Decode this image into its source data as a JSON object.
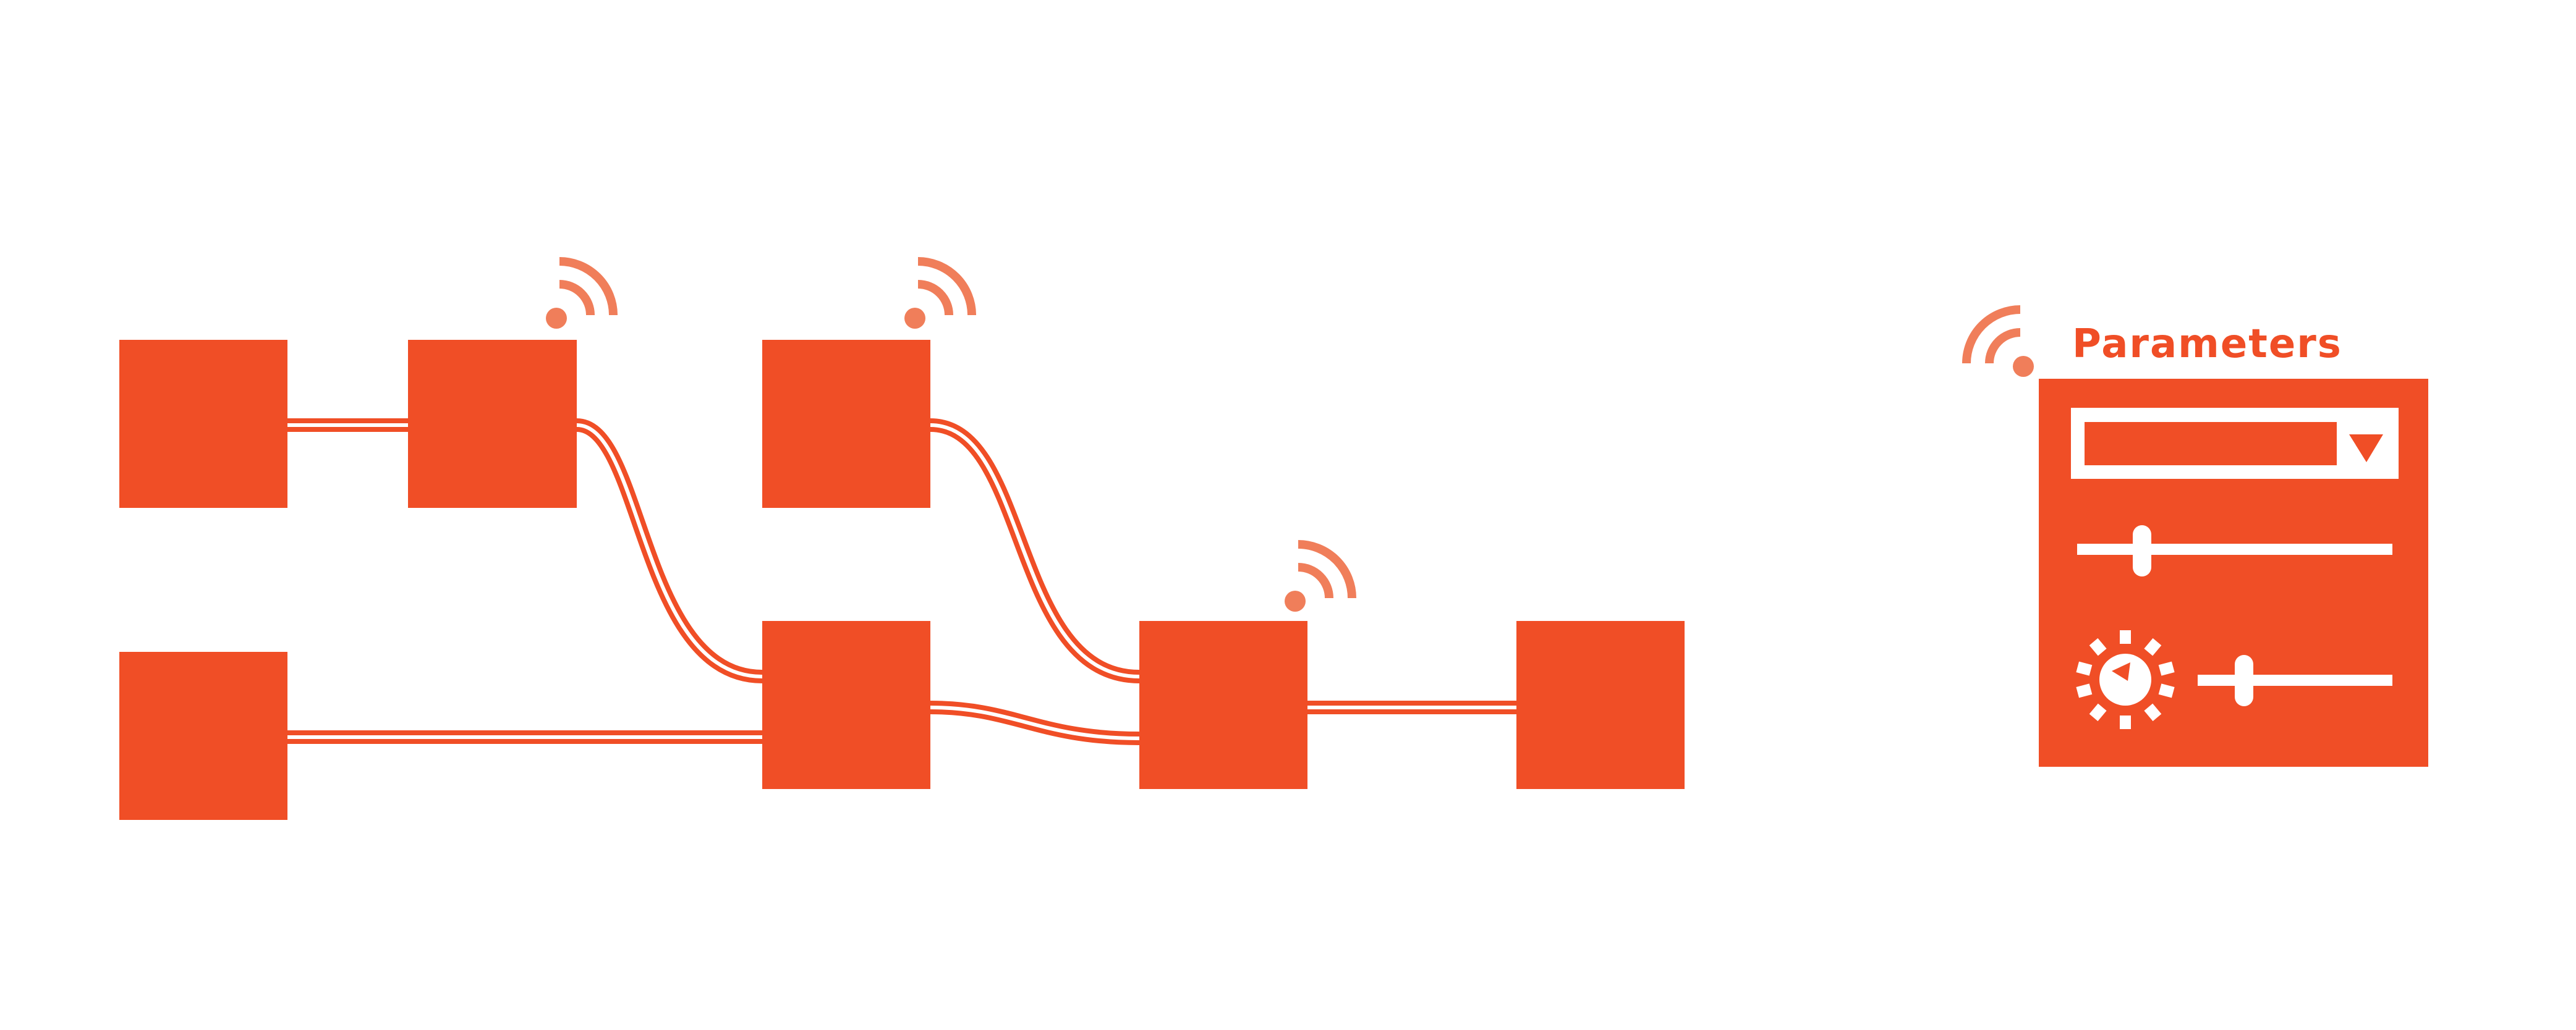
{
  "colors": {
    "node": "#F04E26",
    "wire": "#F04E26",
    "signal": "#F07E5A",
    "panel": "#F04E26",
    "panel_fg": "#FFFFFF",
    "background": "#FFFFFF"
  },
  "graph": {
    "nodes": [
      {
        "id": "source-a"
      },
      {
        "id": "source-b"
      },
      {
        "id": "processor-a",
        "signal": true
      },
      {
        "id": "processor-b",
        "signal": true
      },
      {
        "id": "mixer"
      },
      {
        "id": "combiner",
        "signal": true
      },
      {
        "id": "output"
      }
    ],
    "links": [
      {
        "from": "source-a",
        "to": "processor-a"
      },
      {
        "from": "processor-a",
        "to": "mixer"
      },
      {
        "from": "source-b",
        "to": "mixer"
      },
      {
        "from": "processor-b",
        "to": "combiner"
      },
      {
        "from": "mixer",
        "to": "combiner"
      },
      {
        "from": "combiner",
        "to": "output"
      }
    ]
  },
  "parameters_panel": {
    "title": "Parameters",
    "signal_icon": "wireless-signal-icon",
    "controls": [
      {
        "type": "dropdown",
        "icon": "dropdown-arrow-icon"
      },
      {
        "type": "slider"
      },
      {
        "type": "knob",
        "icon": "knob-icon"
      },
      {
        "type": "slider"
      }
    ]
  }
}
